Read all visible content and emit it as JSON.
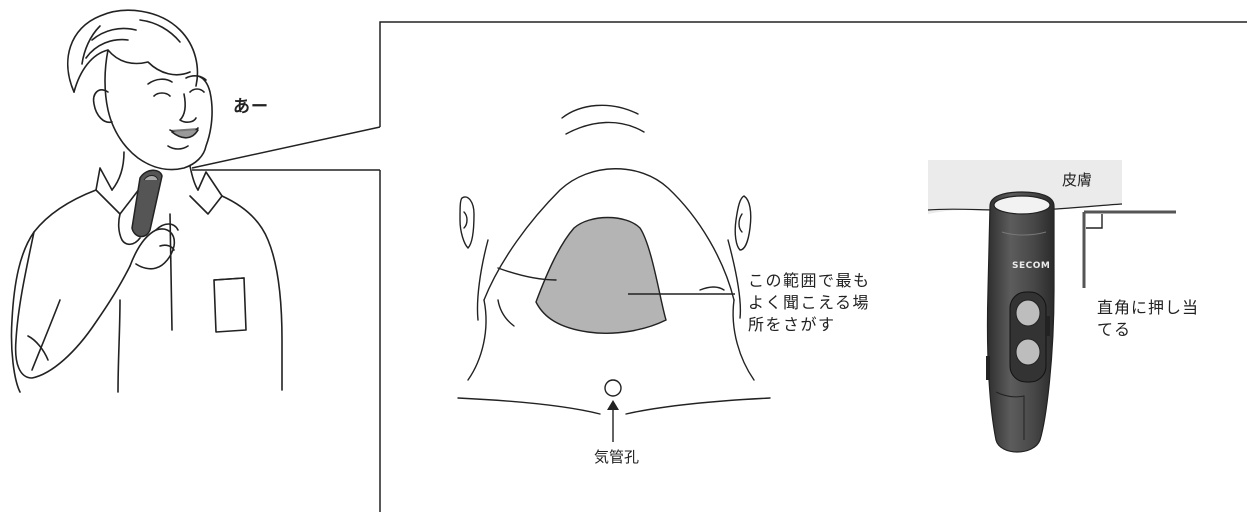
{
  "speech": "あー",
  "area_note": [
    "この範囲で最も",
    "よく聞こえる場",
    "所をさがす"
  ],
  "skin_label": "皮膚",
  "perpendicular_note": [
    "直角に押し当",
    "てる"
  ],
  "stoma_label": "気管孔",
  "device_brand": "SECOM",
  "colors": {
    "line": "#222222",
    "highlight_area": "#b4b4b4",
    "skin_band": "#ebebeb",
    "device_body": "#4a4a4a",
    "device_button": "#bdbdbd"
  },
  "icons": [
    "man-figure-icon",
    "electrolarynx-device-icon",
    "neck-front-icon",
    "stoma-icon",
    "up-arrow-icon"
  ]
}
